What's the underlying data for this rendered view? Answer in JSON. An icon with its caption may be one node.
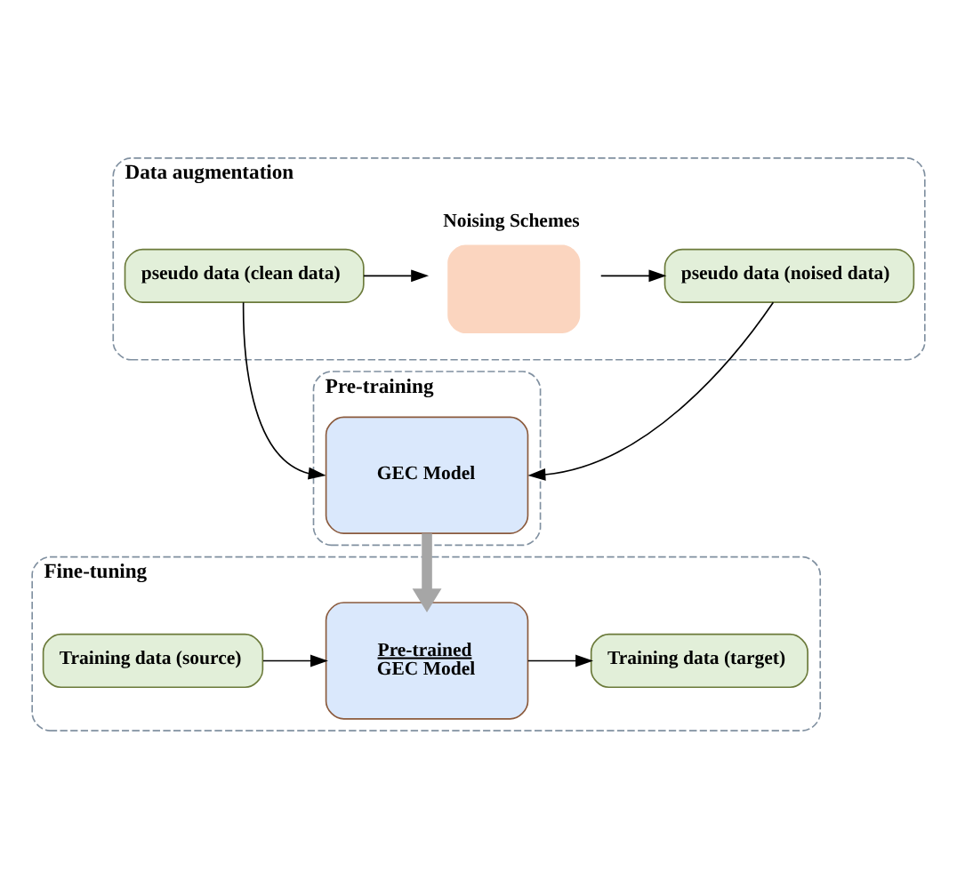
{
  "diagram": {
    "nodes": [
      {
        "text": [
          "Data augmentation"
        ]
      },
      {
        "text": [
          "pseudo data (clean data)"
        ],
        "in": 0
      },
      {
        "text": [
          "Noising Schemes"
        ],
        "in": 0
      },
      {
        "text": [
          "pseudo data (noised data)"
        ],
        "in": 0
      },
      {
        "text": [
          "Pre-training"
        ]
      },
      {
        "text": [
          "GEC Model"
        ],
        "in": 4
      },
      {
        "text": [
          "Fine-tuning"
        ]
      },
      {
        "text": [
          "Training data (source)"
        ],
        "in": 6
      },
      {
        "text": [
          "Pre-trained",
          "GEC Model"
        ],
        "in": 6
      },
      {
        "text": [
          "Training data (target)"
        ],
        "in": 6
      }
    ],
    "edges": [
      {
        "from": 1,
        "to": 2,
        "arrow": "to"
      },
      {
        "from": 2,
        "to": 3,
        "arrow": "to"
      },
      {
        "from": 1,
        "to": 5,
        "arrow": "to"
      },
      {
        "from": 3,
        "to": 5,
        "arrow": "to"
      },
      {
        "from": 5,
        "to": 8,
        "arrow": "to",
        "style": "thick",
        "color": "#a6a6a6"
      },
      {
        "from": 7,
        "to": 8,
        "arrow": "to"
      },
      {
        "from": 8,
        "to": 9,
        "arrow": "to"
      }
    ]
  }
}
